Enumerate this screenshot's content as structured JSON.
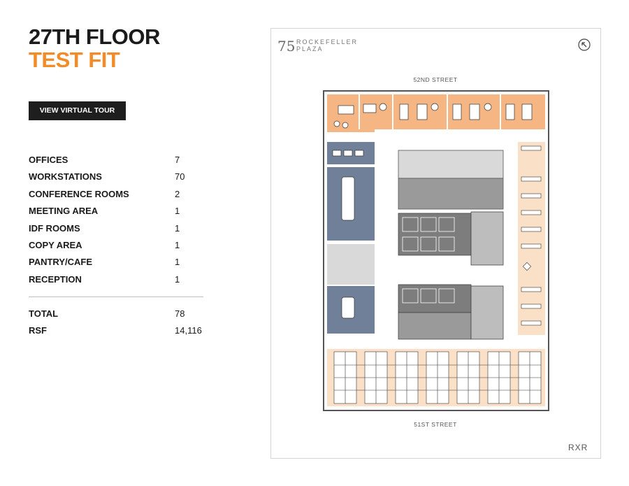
{
  "title": {
    "line1": "27TH FLOOR",
    "line2": "TEST FIT"
  },
  "button": {
    "label": "VIEW VIRTUAL TOUR"
  },
  "stats": [
    {
      "label": "OFFICES",
      "value": "7"
    },
    {
      "label": "WORKSTATIONS",
      "value": "70"
    },
    {
      "label": "CONFERENCE ROOMS",
      "value": "2"
    },
    {
      "label": "MEETING AREA",
      "value": "1"
    },
    {
      "label": "IDF ROOMS",
      "value": "1"
    },
    {
      "label": "COPY AREA",
      "value": "1"
    },
    {
      "label": "PANTRY/CAFE",
      "value": "1"
    },
    {
      "label": "RECEPTION",
      "value": "1"
    }
  ],
  "totals": [
    {
      "label": "TOTAL",
      "value": "78"
    },
    {
      "label": "RSF",
      "value": "14,116"
    }
  ],
  "plan": {
    "logo_number": "75",
    "logo_line1": "ROCKEFELLER",
    "logo_line2": "PLAZA",
    "street_top": "52ND STREET",
    "street_bottom": "51ST STREET",
    "brand": "RXR",
    "compass_icon": "north-arrow-icon",
    "colors": {
      "offices": "#f6b683",
      "open": "#fbe0c8",
      "conference": "#6f8098",
      "core": "#8c8c8c",
      "light_core": "#d9d9d9",
      "accent": "#f28c28"
    }
  }
}
